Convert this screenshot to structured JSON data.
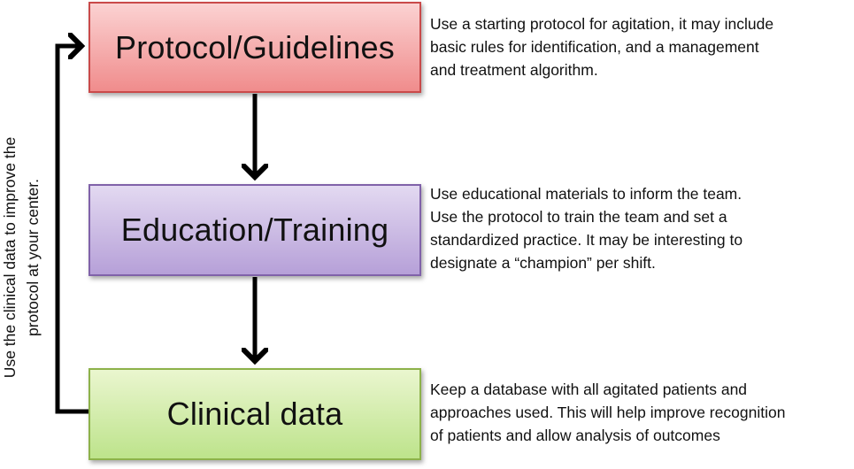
{
  "nodes": [
    {
      "id": "protocol",
      "label": "Protocol/Guidelines",
      "description": "Use a starting protocol for agitation, it may include\nbasic rules for identification, and a management\nand treatment algorithm."
    },
    {
      "id": "education",
      "label": "Education/Training",
      "description": "Use educational materials to inform the team.\nUse the protocol to train the team and set a\nstandardized practice. It may be interesting to\ndesignate a “champion” per shift."
    },
    {
      "id": "clinical",
      "label": "Clinical data",
      "description": "Keep a database with all agitated patients and\napproaches used. This will help improve recognition\nof patients and allow analysis of outcomes"
    }
  ],
  "feedback_label": "Use the clinical data to improve the\nprotocol at your center.",
  "colors": {
    "protocol_fill": "#f4a9a9",
    "education_fill": "#cbbbe6",
    "clinical_fill": "#d3eeae",
    "arrow": "#000000"
  }
}
